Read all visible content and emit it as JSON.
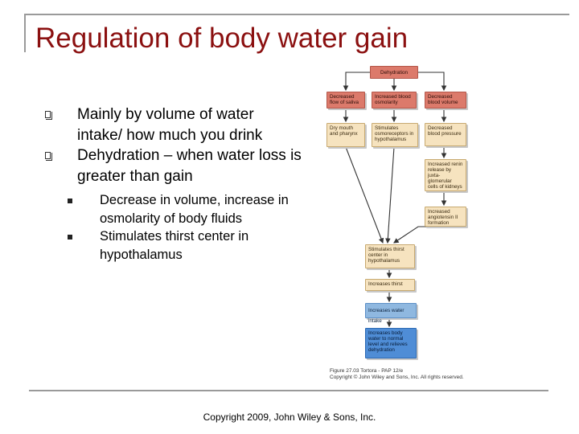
{
  "slide": {
    "title": "Regulation of body water gain",
    "copyright": "Copyright 2009, John Wiley & Sons, Inc."
  },
  "bullets": [
    {
      "text": "Mainly by volume of water intake/ how much you drink"
    },
    {
      "text": "Dehydration – when water loss is greater than gain"
    }
  ],
  "sub_bullets": [
    {
      "text": "Decrease in volume, increase in osmolarity of body fluids"
    },
    {
      "text": "Stimulates thirst center in hypothalamus"
    }
  ],
  "diagram": {
    "top": "Dehydration",
    "row1": [
      "Decreased flow of saliva",
      "Increased blood osmolarity",
      "Decreased blood volume"
    ],
    "row2": [
      "Dry mouth and pharynx",
      "Stimulates osmoreceptors in hypothalamus",
      "Decreased blood pressure"
    ],
    "renin": "Increased renin release by juxta-glomerular cells of kidneys",
    "angiotensin": "Increased angiotensin II formation",
    "chain": [
      "Stimulates thirst center in hypothalamus",
      "Increases thirst",
      "Increases water intake",
      "Increases body water to normal level and relieves dehydration"
    ],
    "caption_line1": "Figure 27.03  Tortora - PAP 12/e",
    "caption_line2": "Copyright © John Wiley and Sons, Inc. All rights reserved."
  }
}
